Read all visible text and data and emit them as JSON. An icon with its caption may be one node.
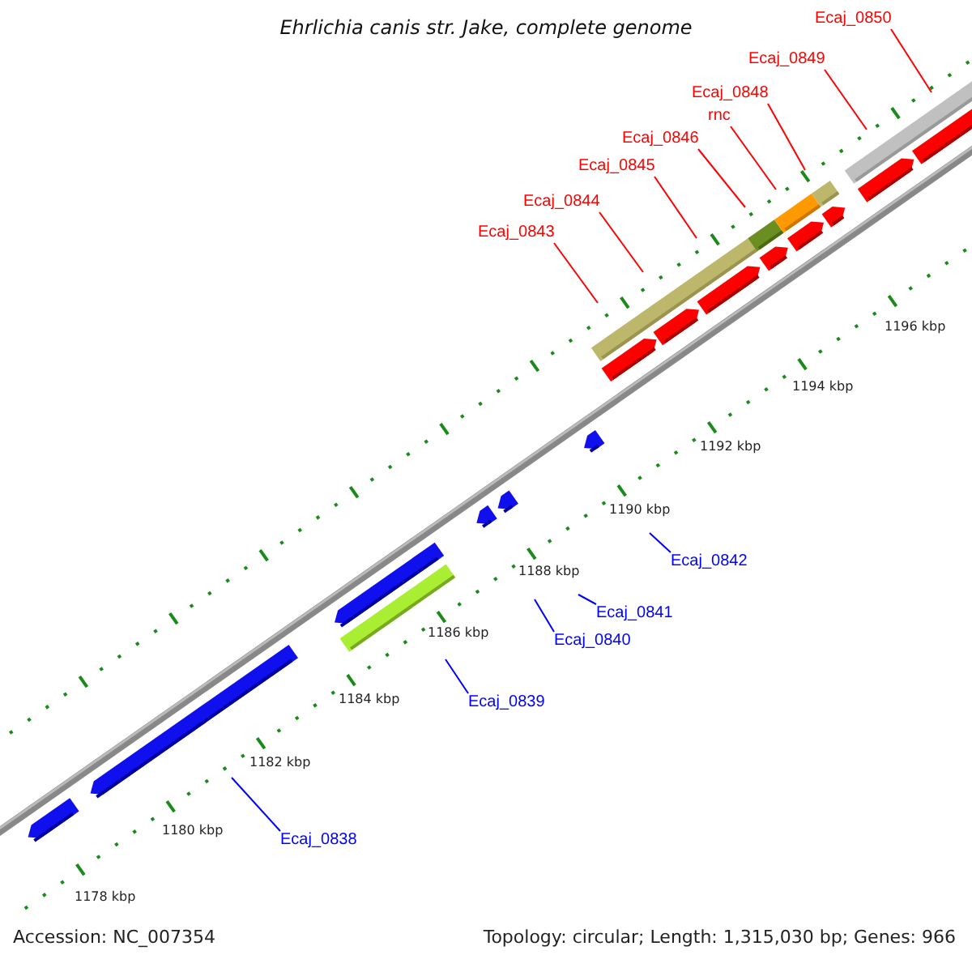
{
  "diagram": {
    "title": "Ehrlichia canis str. Jake, complete genome",
    "nodes": [
      {
        "text": [
          "Ecaj_0850"
        ]
      },
      {
        "text": [
          "Ecaj_0849"
        ]
      },
      {
        "text": [
          "Ecaj_0848"
        ]
      },
      {
        "text": [
          "rnc"
        ]
      },
      {
        "text": [
          "Ecaj_0846"
        ]
      },
      {
        "text": [
          "Ecaj_0845"
        ]
      },
      {
        "text": [
          "Ecaj_0844"
        ]
      },
      {
        "text": [
          "Ecaj_0843"
        ]
      },
      {
        "text": [
          "Ecaj_0842"
        ]
      },
      {
        "text": [
          "Ecaj_0841"
        ]
      },
      {
        "text": [
          "Ecaj_0840"
        ]
      },
      {
        "text": [
          "Ecaj_0839"
        ]
      },
      {
        "text": [
          "Ecaj_0838"
        ]
      }
    ],
    "edges": [
      {
        "from": 0,
        "to": null,
        "arrow": "none"
      },
      {
        "from": 1,
        "to": null,
        "arrow": "none"
      },
      {
        "from": 2,
        "to": null,
        "arrow": "none"
      },
      {
        "from": 3,
        "to": null,
        "arrow": "none"
      },
      {
        "from": 4,
        "to": null,
        "arrow": "none"
      },
      {
        "from": 5,
        "to": null,
        "arrow": "none"
      },
      {
        "from": 6,
        "to": null,
        "arrow": "none"
      },
      {
        "from": 7,
        "to": null,
        "arrow": "none"
      },
      {
        "from": 8,
        "to": null,
        "arrow": "none",
        "color": "#0000ff"
      },
      {
        "from": 9,
        "to": null,
        "arrow": "none",
        "color": "#0000ff"
      },
      {
        "from": 10,
        "to": null,
        "arrow": "none",
        "color": "#0000ff"
      },
      {
        "from": 11,
        "to": null,
        "arrow": "none",
        "color": "#0000ff"
      },
      {
        "from": 12,
        "to": null,
        "arrow": "none",
        "color": "#0000ff"
      }
    ],
    "labels": [
      "1196 kbp",
      "1194 kbp",
      "1192 kbp",
      "1190 kbp",
      "1188 kbp",
      "1186 kbp",
      "1184 kbp",
      "1182 kbp",
      "1180 kbp",
      "1178 kbp",
      "Accession: NC_007354",
      "Topology: circular; Length: 1,315,030 bp; Genes: 966"
    ]
  }
}
